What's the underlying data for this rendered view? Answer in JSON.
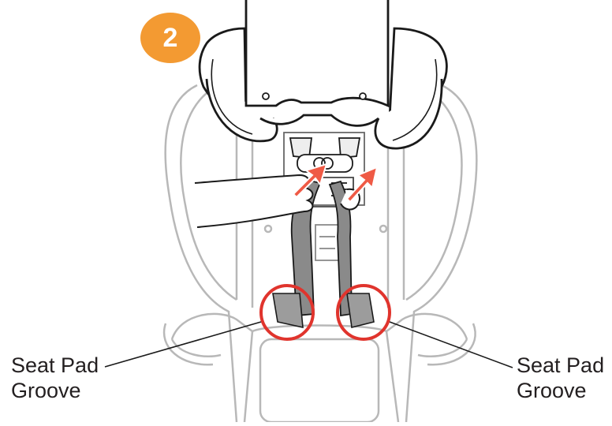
{
  "step": {
    "number": "2",
    "badge_color": "#f39a32"
  },
  "colors": {
    "outline_gray": "#b8b8b8",
    "line_dark": "#1a1a1a",
    "strap_gray": "#8a8a8a",
    "arrow_red": "#ef5a45",
    "circle_red": "#e0342d"
  },
  "callouts": {
    "left": {
      "line1": "Seat Pad",
      "line2": "Groove"
    },
    "right": {
      "line1": "Seat Pad",
      "line2": "Groove"
    }
  },
  "icons": [
    "arrow-up-right-icon",
    "highlight-circle-icon"
  ]
}
